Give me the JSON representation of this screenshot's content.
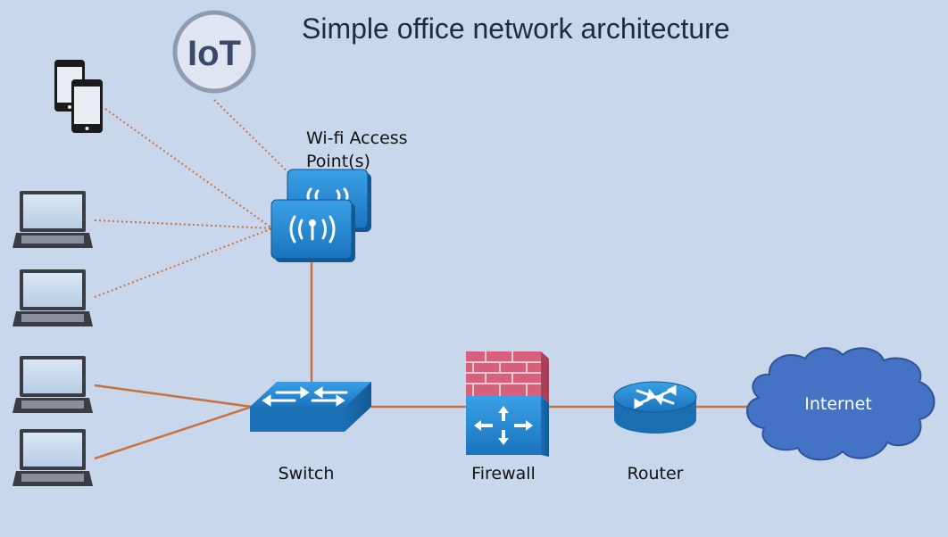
{
  "title": "Simple office network architecture",
  "labels": {
    "iot": "IoT",
    "access_point": "Wi-fi Access Point(s)",
    "switch": "Switch",
    "firewall": "Firewall",
    "router": "Router",
    "internet": "Internet"
  },
  "colors": {
    "background": "#c9d7ec",
    "wired_link": "#c8703e",
    "wireless_link": "#c8703e",
    "device_blue": "#1a7cc4",
    "firewall_brick": "#d9607a",
    "internet_cloud": "#4472c4",
    "iot_circle": "#8f9bb0"
  },
  "devices": {
    "phones": 2,
    "wifi_laptops": 2,
    "wired_laptops": 2
  }
}
